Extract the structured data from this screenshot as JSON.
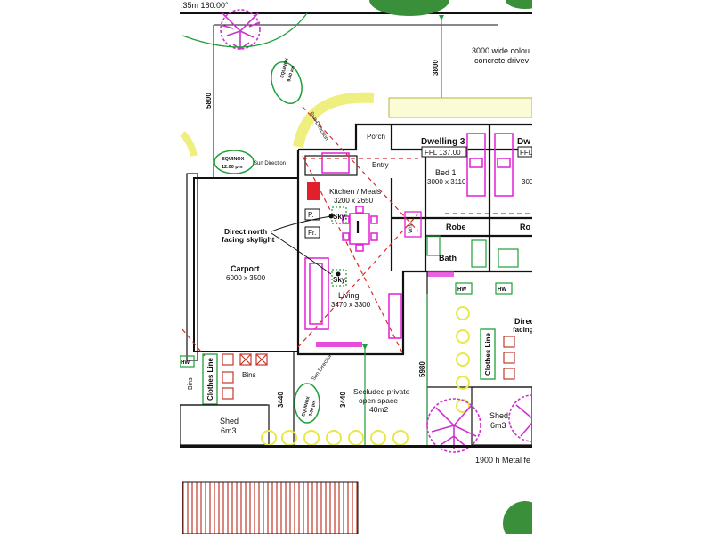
{
  "labels": {
    "top_dim": ".35m 180.00°",
    "driveway_1": "3000 wide colou",
    "driveway_2": "concrete drivev",
    "dim_3800": "3800",
    "dim_5800": "5800",
    "equinox_9": "EQUINOX",
    "equinox_9_time": "9.00 am",
    "equinox_12": "EQUINOX",
    "equinox_12_time": "12.00 pm",
    "sun_direction": "Sun Direction",
    "porch": "Porch",
    "entry": "Entry",
    "dwelling3": "Dwelling 3",
    "dwelling_cut": "Dw",
    "ffl": "FFL 137.00",
    "ffl_cut": "FFL",
    "bed1": "Bed 1",
    "bed1_dim": "3000 x 3110",
    "bed_cut_dim": "300",
    "kitchen": "Kitchen / Meals",
    "kitchen_dim": "3200 x 2650",
    "pantry": "P.",
    "fridge": "Fr.",
    "sky": "Sky.",
    "skylight_1": "Direct north",
    "skylight_2": "facing skylight",
    "carport": "Carport",
    "carport_dim": "6000 x 3500",
    "robe": "Robe",
    "robe_cut": "Ro",
    "wm": "W/M",
    "bath": "Bath",
    "hw": "HW",
    "living": "Living",
    "living_dim": "3470 x 3300",
    "direct_1": "Direc",
    "direct_2": "facing",
    "clothes_line": "Clothes Line",
    "bins": "Bins",
    "dim_5980": "5980",
    "dim_3440a": "3440",
    "dim_3440b": "3440",
    "equinox_3": "EQUINOX",
    "equinox_3_time": "3.00 pm",
    "open_space_1": "Secluded private",
    "open_space_2": "open space",
    "open_space_3": "40m2",
    "shed": "Shed",
    "shed_vol": "6m3",
    "fence": "1900 h Metal fe"
  },
  "colors": {
    "walls": "#111111",
    "dimension": "#1f9e3a",
    "furniture": "#e21fd6",
    "trees": "#cc33cc",
    "shrubs": "#e8e84a",
    "hatch": "#c0392b",
    "sun": "#d62b2b",
    "lawn": "#3a8f3a"
  }
}
